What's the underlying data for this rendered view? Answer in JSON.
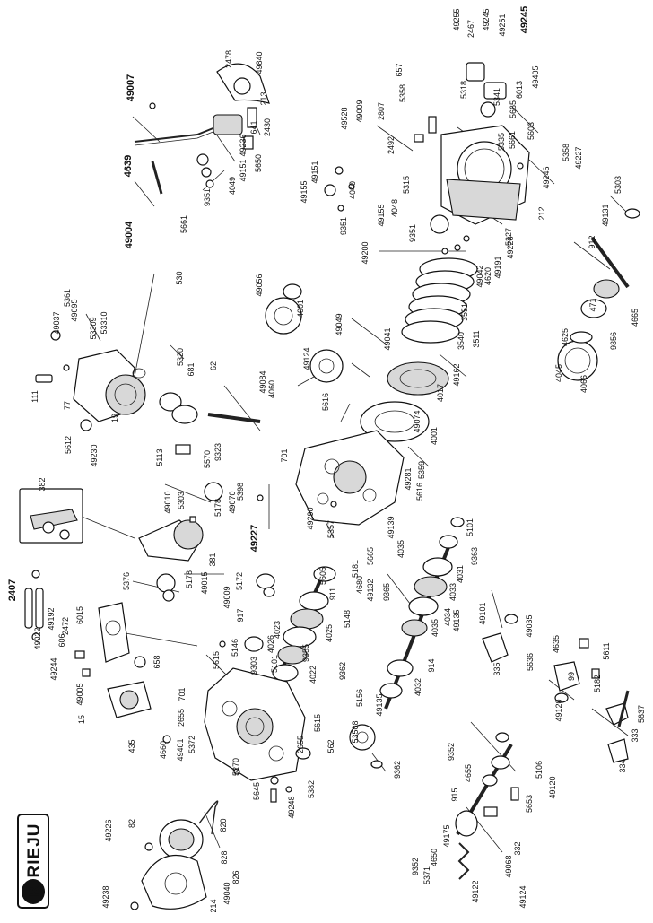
{
  "brand": {
    "name": "RIEJU",
    "mark": "R"
  },
  "labels": [
    {
      "id": "p49007",
      "text": "49007"
    },
    {
      "id": "p2478",
      "text": "2478"
    },
    {
      "id": "p49840",
      "text": "49840"
    },
    {
      "id": "p213",
      "text": "213"
    },
    {
      "id": "p641",
      "text": "641"
    },
    {
      "id": "p2430",
      "text": "2430"
    },
    {
      "id": "p49236",
      "text": "49236"
    },
    {
      "id": "p5650",
      "text": "5650"
    },
    {
      "id": "p4639",
      "text": "4639"
    },
    {
      "id": "p49151a",
      "text": "49151"
    },
    {
      "id": "p4049",
      "text": "4049"
    },
    {
      "id": "p49004",
      "text": "49004"
    },
    {
      "id": "p9351a",
      "text": "9351"
    },
    {
      "id": "p5661a",
      "text": "5661"
    },
    {
      "id": "p49255",
      "text": "49255"
    },
    {
      "id": "p2467",
      "text": "2467"
    },
    {
      "id": "p49245a",
      "text": "49245"
    },
    {
      "id": "p49251",
      "text": "49251"
    },
    {
      "id": "p49245b",
      "text": "49245"
    },
    {
      "id": "p657",
      "text": "657"
    },
    {
      "id": "p5318",
      "text": "5318"
    },
    {
      "id": "p5341",
      "text": "5341"
    },
    {
      "id": "p6013",
      "text": "6013"
    },
    {
      "id": "p49405",
      "text": "49405"
    },
    {
      "id": "p5665a",
      "text": "5665"
    },
    {
      "id": "p49528",
      "text": "49528"
    },
    {
      "id": "p49009a",
      "text": "49009"
    },
    {
      "id": "p2807",
      "text": "2807"
    },
    {
      "id": "p5358",
      "text": "5358"
    },
    {
      "id": "p5603",
      "text": "5603"
    },
    {
      "id": "p5661b",
      "text": "5661"
    },
    {
      "id": "p5335",
      "text": "5335"
    },
    {
      "id": "p2492",
      "text": "2492"
    },
    {
      "id": "p5358b",
      "text": "5358"
    },
    {
      "id": "p49227a",
      "text": "49227"
    },
    {
      "id": "p5315",
      "text": "5315"
    },
    {
      "id": "p49246",
      "text": "49246"
    },
    {
      "id": "p5303a",
      "text": "5303"
    },
    {
      "id": "p49131",
      "text": "49131"
    },
    {
      "id": "p212",
      "text": "212"
    },
    {
      "id": "p5327",
      "text": "5327"
    },
    {
      "id": "p49155a",
      "text": "49155"
    },
    {
      "id": "p49151b",
      "text": "49151"
    },
    {
      "id": "p4040",
      "text": "4040"
    },
    {
      "id": "p9351b",
      "text": "9351"
    },
    {
      "id": "p49155b",
      "text": "49155"
    },
    {
      "id": "p4048",
      "text": "4048"
    },
    {
      "id": "p9351c",
      "text": "9351"
    },
    {
      "id": "p49228",
      "text": "49228"
    },
    {
      "id": "p49200",
      "text": "49200"
    },
    {
      "id": "p49042",
      "text": "49042"
    },
    {
      "id": "p4620",
      "text": "4620"
    },
    {
      "id": "p49191",
      "text": "49191"
    },
    {
      "id": "p912",
      "text": "912"
    },
    {
      "id": "p5361",
      "text": "5361"
    },
    {
      "id": "p49095",
      "text": "49095"
    },
    {
      "id": "p49037",
      "text": "49037"
    },
    {
      "id": "p53309",
      "text": "53309"
    },
    {
      "id": "p53310",
      "text": "53310"
    },
    {
      "id": "p530",
      "text": "530"
    },
    {
      "id": "p49056",
      "text": "49056"
    },
    {
      "id": "p4001a",
      "text": "4001"
    },
    {
      "id": "p3551",
      "text": "3551"
    },
    {
      "id": "p471",
      "text": "471"
    },
    {
      "id": "p4665",
      "text": "4665"
    },
    {
      "id": "p49049",
      "text": "49049"
    },
    {
      "id": "p3540",
      "text": "3540"
    },
    {
      "id": "p3511",
      "text": "3511"
    },
    {
      "id": "p49041",
      "text": "49041"
    },
    {
      "id": "p4625",
      "text": "4625"
    },
    {
      "id": "p9356",
      "text": "9356"
    },
    {
      "id": "p49124",
      "text": "49124"
    },
    {
      "id": "p5320",
      "text": "5320"
    },
    {
      "id": "p681",
      "text": "681"
    },
    {
      "id": "p62",
      "text": "62"
    },
    {
      "id": "p49084",
      "text": "49084"
    },
    {
      "id": "p49162",
      "text": "49162"
    },
    {
      "id": "p4017",
      "text": "4017"
    },
    {
      "id": "p4045",
      "text": "4045"
    },
    {
      "id": "p4066",
      "text": "4066"
    },
    {
      "id": "p111",
      "text": "111"
    },
    {
      "id": "p77",
      "text": "77"
    },
    {
      "id": "p19",
      "text": "19"
    },
    {
      "id": "p5612",
      "text": "5612"
    },
    {
      "id": "p49230",
      "text": "49230"
    },
    {
      "id": "p4060",
      "text": "4060"
    },
    {
      "id": "p5616a",
      "text": "5616"
    },
    {
      "id": "p49074",
      "text": "49074"
    },
    {
      "id": "p4001b",
      "text": "4001"
    },
    {
      "id": "p5113",
      "text": "5113"
    },
    {
      "id": "p5570",
      "text": "5570"
    },
    {
      "id": "p9323",
      "text": "9323"
    },
    {
      "id": "p701a",
      "text": "701"
    },
    {
      "id": "p5359",
      "text": "5359"
    },
    {
      "id": "p49281",
      "text": "49281"
    },
    {
      "id": "p5616b",
      "text": "5616"
    },
    {
      "id": "p382",
      "text": "382"
    },
    {
      "id": "p49010",
      "text": "49010"
    },
    {
      "id": "p5303b",
      "text": "5303"
    },
    {
      "id": "p5178a",
      "text": "5178"
    },
    {
      "id": "p49070",
      "text": "49070"
    },
    {
      "id": "p5398",
      "text": "5398"
    },
    {
      "id": "p49290",
      "text": "49290"
    },
    {
      "id": "p5357",
      "text": "5357"
    },
    {
      "id": "p49227b",
      "text": "49227"
    },
    {
      "id": "p49139",
      "text": "49139"
    },
    {
      "id": "p5101a",
      "text": "5101"
    },
    {
      "id": "p9363",
      "text": "9363"
    },
    {
      "id": "p4035a",
      "text": "4035"
    },
    {
      "id": "p4031",
      "text": "4031"
    },
    {
      "id": "p5665b",
      "text": "5665"
    },
    {
      "id": "p5181",
      "text": "5181"
    },
    {
      "id": "p5605",
      "text": "5605"
    },
    {
      "id": "p4680",
      "text": "4680"
    },
    {
      "id": "p49132",
      "text": "49132"
    },
    {
      "id": "p9365",
      "text": "9365"
    },
    {
      "id": "p4033",
      "text": "4033"
    },
    {
      "id": "p381",
      "text": "381"
    },
    {
      "id": "p5178b",
      "text": "5178"
    },
    {
      "id": "p49015",
      "text": "49015"
    },
    {
      "id": "p5376",
      "text": "5376"
    },
    {
      "id": "p5172",
      "text": "5172"
    },
    {
      "id": "p911",
      "text": "911"
    },
    {
      "id": "p5148",
      "text": "5148"
    },
    {
      "id": "p4025",
      "text": "4025"
    },
    {
      "id": "p4034",
      "text": "4034"
    },
    {
      "id": "p49135a",
      "text": "49135"
    },
    {
      "id": "p4035b",
      "text": "4035"
    },
    {
      "id": "p2407",
      "text": "2407"
    },
    {
      "id": "p6015",
      "text": "6015"
    },
    {
      "id": "p49022",
      "text": "49022"
    },
    {
      "id": "p49192",
      "text": "49192"
    },
    {
      "id": "p2472",
      "text": "2472"
    },
    {
      "id": "p49009b",
      "text": "49009"
    },
    {
      "id": "p917",
      "text": "917"
    },
    {
      "id": "p4023",
      "text": "4023"
    },
    {
      "id": "p9355",
      "text": "9355"
    },
    {
      "id": "p49101",
      "text": "49101"
    },
    {
      "id": "p49035",
      "text": "49035"
    },
    {
      "id": "p606",
      "text": "606"
    },
    {
      "id": "p49244",
      "text": "49244"
    },
    {
      "id": "p658",
      "text": "658"
    },
    {
      "id": "p5615a",
      "text": "5615"
    },
    {
      "id": "p5146",
      "text": "5146"
    },
    {
      "id": "p4026",
      "text": "4026"
    },
    {
      "id": "p9303",
      "text": "9303"
    },
    {
      "id": "p5101b",
      "text": "5101"
    },
    {
      "id": "p4022",
      "text": "4022"
    },
    {
      "id": "p914",
      "text": "914"
    },
    {
      "id": "p5636",
      "text": "5636"
    },
    {
      "id": "p335",
      "text": "335"
    },
    {
      "id": "p4635",
      "text": "4635"
    },
    {
      "id": "p5611",
      "text": "5611"
    },
    {
      "id": "p9362a",
      "text": "9362"
    },
    {
      "id": "p4032",
      "text": "4032"
    },
    {
      "id": "p49005",
      "text": "49005"
    },
    {
      "id": "p701b",
      "text": "701"
    },
    {
      "id": "p5156",
      "text": "5156"
    },
    {
      "id": "p49135b",
      "text": "49135"
    },
    {
      "id": "p99",
      "text": "99"
    },
    {
      "id": "p5182",
      "text": "5182"
    },
    {
      "id": "p2655a",
      "text": "2655"
    },
    {
      "id": "p15",
      "text": "15"
    },
    {
      "id": "p53508",
      "text": "53508"
    },
    {
      "id": "p49120a",
      "text": "49120"
    },
    {
      "id": "p5637",
      "text": "5637"
    },
    {
      "id": "p5615b",
      "text": "5615"
    },
    {
      "id": "p333",
      "text": "333"
    },
    {
      "id": "p435",
      "text": "435"
    },
    {
      "id": "p4660",
      "text": "4660"
    },
    {
      "id": "p49401",
      "text": "49401"
    },
    {
      "id": "p5372",
      "text": "5372"
    },
    {
      "id": "p2655b",
      "text": "2655"
    },
    {
      "id": "p562",
      "text": "562"
    },
    {
      "id": "p9352a",
      "text": "9352"
    },
    {
      "id": "p334",
      "text": "334"
    },
    {
      "id": "p5270",
      "text": "5270"
    },
    {
      "id": "p9362b",
      "text": "9362"
    },
    {
      "id": "p4655",
      "text": "4655"
    },
    {
      "id": "p5106",
      "text": "5106"
    },
    {
      "id": "p49120b",
      "text": "49120"
    },
    {
      "id": "p5382",
      "text": "5382"
    },
    {
      "id": "p915",
      "text": "915"
    },
    {
      "id": "p5653",
      "text": "5653"
    },
    {
      "id": "p5645",
      "text": "5645"
    },
    {
      "id": "p49248",
      "text": "49248"
    },
    {
      "id": "p49226",
      "text": "49226"
    },
    {
      "id": "p82",
      "text": "82"
    },
    {
      "id": "p820",
      "text": "820"
    },
    {
      "id": "p49175",
      "text": "49175"
    },
    {
      "id": "p332",
      "text": "332"
    },
    {
      "id": "p828",
      "text": "828"
    },
    {
      "id": "p9352b",
      "text": "9352"
    },
    {
      "id": "p4650",
      "text": "4650"
    },
    {
      "id": "p5371",
      "text": "5371"
    },
    {
      "id": "p49068",
      "text": "49068"
    },
    {
      "id": "p826",
      "text": "826"
    },
    {
      "id": "p49122",
      "text": "49122"
    },
    {
      "id": "p49124b",
      "text": "49124"
    },
    {
      "id": "p49238",
      "text": "49238"
    },
    {
      "id": "p214",
      "text": "214"
    },
    {
      "id": "p49040",
      "text": "49040"
    }
  ]
}
